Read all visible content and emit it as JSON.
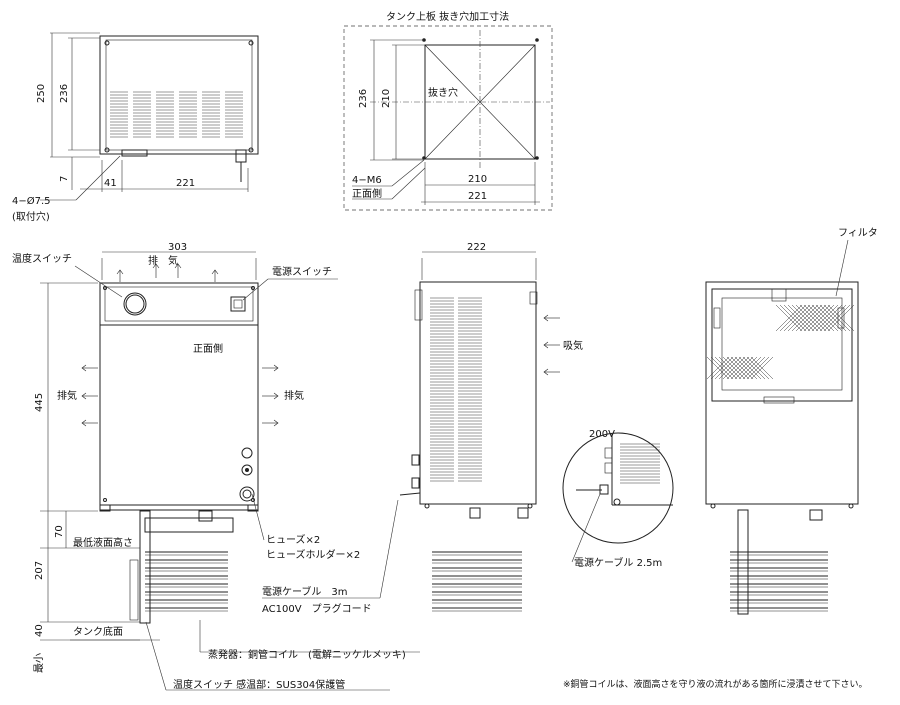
{
  "labels": {
    "tank_cutout_title": "タンク上板 抜き穴加工寸法",
    "cutout_hole": "抜き穴",
    "m6": "4−M6",
    "front_side_top": "正面側",
    "mount_hole": "4−Ø7.5",
    "mount_hole_sub": "(取付穴)",
    "temp_switch": "温度スイッチ",
    "power_switch": "電源スイッチ",
    "exhaust_top": "排　気",
    "exhaust_left": "排気",
    "exhaust_right": "排気",
    "front_side": "正面側",
    "intake": "吸気",
    "filter": "フィルタ",
    "fuse": "ヒューズ×2",
    "fuse_holder": "ヒューズホルダー×2",
    "min_liquid_level": "最低液面高さ",
    "power_cable_3m": "電源ケーブル　3m",
    "ac100v": "AC100V　プラグコード",
    "tank_bottom": "タンク底面",
    "evaporator": "蒸発器：銅管コイル　(電解ニッケルメッキ)",
    "temp_switch_sensor": "温度スイッチ 感温部：SUS304保護管",
    "v200": "200V",
    "power_cable_25m": "電源ケーブル 2.5m",
    "min": "最小",
    "note": "※銅管コイルは、液面高さを守り液の流れがある箇所に浸漬させて下さい。"
  },
  "dimensions": {
    "top_height_outer": "250",
    "top_height_inner": "236",
    "top_foot": "7",
    "top_offset": "41",
    "top_width": "221",
    "cut_outer_h": "236",
    "cut_inner_h": "210",
    "cut_inner_w": "210",
    "cut_outer_w": "221",
    "front_width": "303",
    "front_height": "445",
    "side_width": "222",
    "d70": "70",
    "d207": "207",
    "d40": "40"
  }
}
